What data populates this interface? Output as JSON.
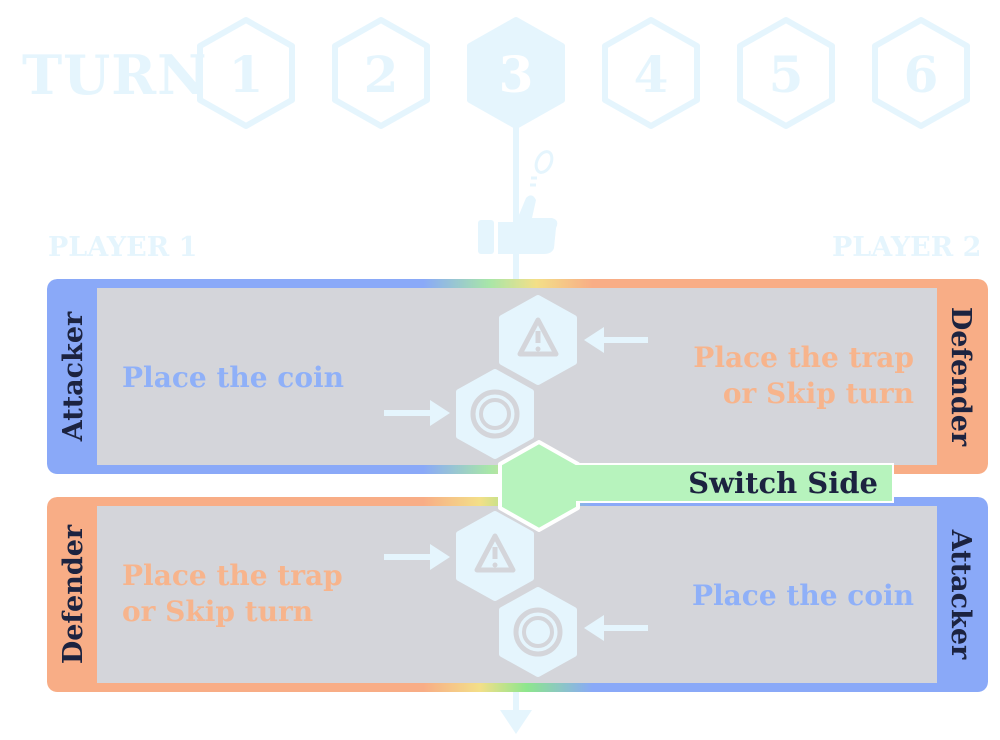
{
  "turn": {
    "label": "TURN",
    "numbers": [
      "1",
      "2",
      "3",
      "4",
      "5",
      "6"
    ],
    "current": "3"
  },
  "players": {
    "left_label": "PLAYER 1",
    "right_label": "PLAYER 2"
  },
  "top_panel": {
    "left_role": "Attacker",
    "right_role": "Defender",
    "left_instruction": "Place the coin",
    "right_instruction_line1": "Place the trap",
    "right_instruction_line2": "or Skip turn"
  },
  "switch": {
    "label": "Switch Side"
  },
  "bottom_panel": {
    "left_role": "Defender",
    "right_role": "Attacker",
    "left_instruction_line1": "Place the trap",
    "left_instruction_line2": "or Skip turn",
    "right_instruction": "Place the coin"
  },
  "icons": [
    "thumbs-up-icon",
    "coin-icon",
    "warning-trap-icon",
    "arrow-icon"
  ],
  "colors": {
    "attacker_blue": "#8aa9f8",
    "defender_orange": "#f8ad86",
    "switch_green": "#b7f3bd",
    "faded_blue": "#e5f5fd",
    "panel_gray": "#d4d5da",
    "text_dark": "#1c2340"
  }
}
